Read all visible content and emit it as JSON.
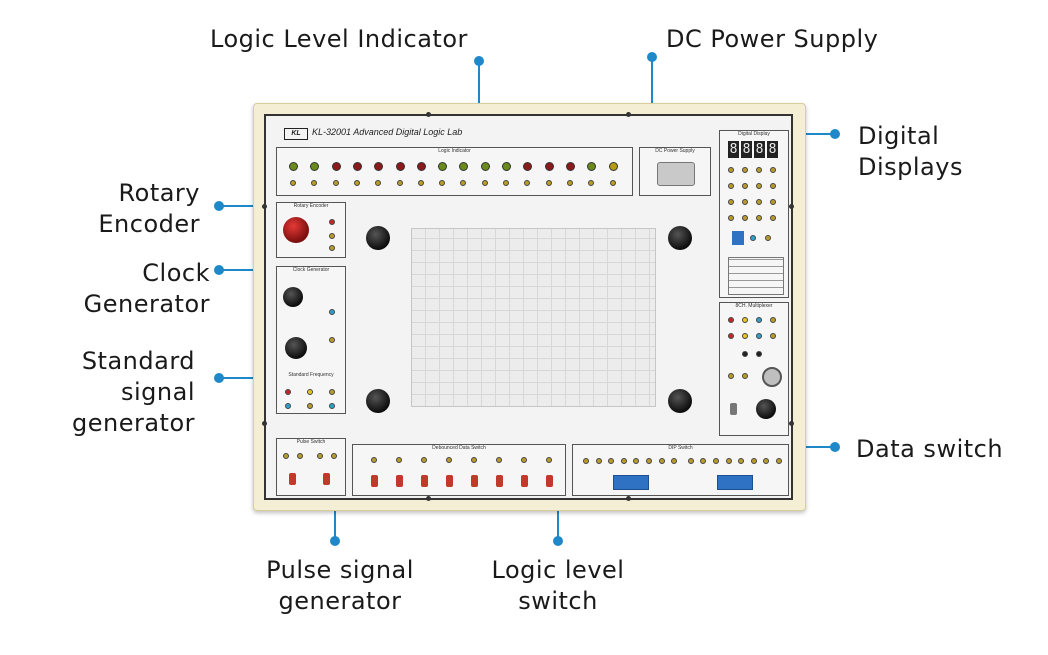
{
  "callouts": {
    "logic_level_indicator": "Logic Level Indicator",
    "dc_power_supply": "DC Power Supply",
    "digital_displays": [
      "Digital",
      "Displays"
    ],
    "rotary_encoder": [
      "Rotary",
      "Encoder"
    ],
    "clock_generator": [
      "Clock",
      "Generator"
    ],
    "standard_signal_generator": [
      "Standard",
      "signal",
      "generator"
    ],
    "data_switch": "Data switch",
    "pulse_signal_generator": [
      "Pulse signal",
      "generator"
    ],
    "logic_level_switch": [
      "Logic level",
      "switch"
    ]
  },
  "board": {
    "title": "KL-32001 Advanced Digital Logic Lab",
    "logo": "KL",
    "sections": {
      "logic_indicator": "Logic Indicator",
      "dc_power_supply": "DC Power Supply",
      "digital_display": "Digital Display",
      "rotary_encoder": "Rotary Encoder",
      "clock_generator": "Clock Generator",
      "standard_frequency": "Standard Frequency",
      "multiplexer": "8CH. Multiplexer",
      "pulse_switch": "Pulse Switch",
      "debounced_data_switch": "Debounced Data Switch",
      "dip_switch": "DIP Switch"
    },
    "display_digits": [
      "8",
      "8",
      "8",
      "8"
    ]
  },
  "colors": {
    "leader": "#1e88c8",
    "led_green": "#6a8a1c",
    "led_red": "#8b1a1a",
    "led_yellow": "#b59a12"
  },
  "led_colors": [
    "green",
    "green",
    "red",
    "red",
    "red",
    "red",
    "red",
    "green",
    "green",
    "green",
    "green",
    "red",
    "red",
    "red",
    "green",
    "yellow"
  ]
}
